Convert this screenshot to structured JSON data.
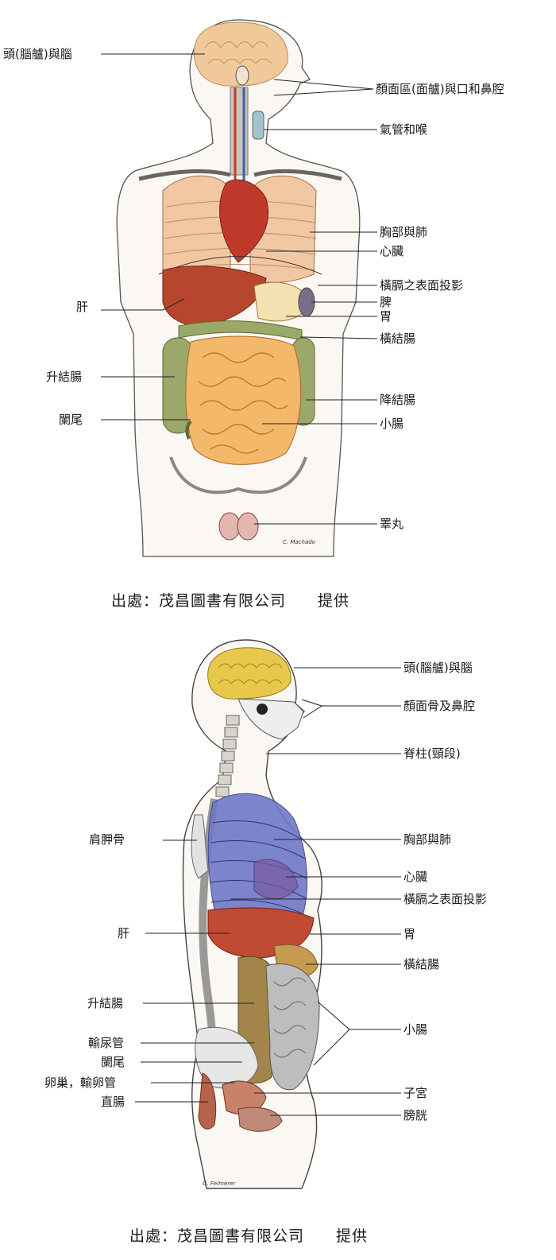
{
  "front_view": {
    "labels": {
      "head_brain": "頭(腦艫)與腦",
      "face": "顏面區(面艫)與口和鼻腔",
      "trachea": "氣管和喉",
      "chest_lungs": "胸部與肺",
      "heart": "心臟",
      "diaphragm": "橫膈之表面投影",
      "spleen": "脾",
      "stomach": "胃",
      "transverse_colon": "橫結腸",
      "liver": "肝",
      "ascending_colon": "升結腸",
      "descending_colon": "降結腸",
      "appendix": "闌尾",
      "small_intestine": "小腸",
      "testis": "睪丸"
    },
    "signature": "C. Machado",
    "caption": "出處：茂昌圖書有限公司　　提供"
  },
  "side_view": {
    "labels": {
      "head_brain": "頭(腦艫)與腦",
      "facial_bones": "顏面骨及鼻腔",
      "cervical_spine": "脊柱(頸段)",
      "scapula": "肩胛骨",
      "chest_lungs": "胸部與肺",
      "heart": "心臟",
      "diaphragm": "橫膈之表面投影",
      "liver": "肝",
      "stomach": "胃",
      "transverse_colon": "橫結腸",
      "ascending_colon": "升結腸",
      "small_intestine": "小腸",
      "ureter": "輸尿管",
      "appendix": "闌尾",
      "ovary_tube": "卵巢，輸卵管",
      "uterus": "子宮",
      "rectum": "直腸",
      "bladder": "膀胱"
    },
    "signature": "G. Felmerer",
    "caption": "出處：茂昌圖書有限公司　　提供"
  },
  "colors": {
    "brain": "#f0c99a",
    "brain_side": "#e8c84a",
    "lung": "#f2c8a4",
    "heart": "#c0392b",
    "liver": "#b8462e",
    "stomach": "#f4e0b0",
    "small_intestine": "#f3b86a",
    "colon": "#9aa86a",
    "lung_side": "#6f78c8",
    "outline": "#444444"
  }
}
